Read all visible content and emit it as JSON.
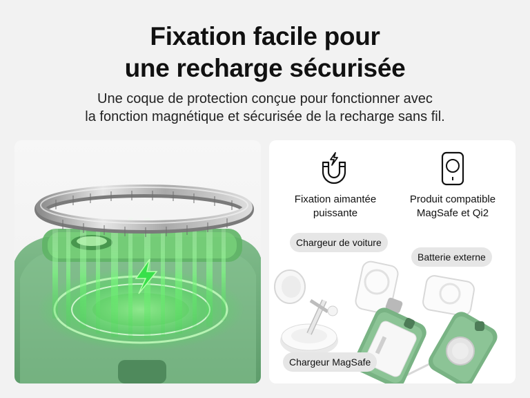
{
  "hero": {
    "title_line1": "Fixation facile pour",
    "title_line2": "une recharge sécurisée",
    "subtitle_line1": "Une coque de protection conçue pour fonctionner avec",
    "subtitle_line2": "la fonction magnétique et sécurisée de la recharge sans fil."
  },
  "features": [
    {
      "icon": "magnet-bolt-icon",
      "line1": "Fixation aimantée",
      "line2": "puissante"
    },
    {
      "icon": "phone-ring-icon",
      "line1": "Produit compatible",
      "line2": "MagSafe et Qi2"
    }
  ],
  "accessories": [
    {
      "label": "Chargeur de voiture"
    },
    {
      "label": "Batterie externe"
    },
    {
      "label": "Chargeur MagSafe"
    }
  ],
  "colors": {
    "background": "#f2f2f2",
    "case_green": "#6fae7a",
    "glow_green": "#3ddc4a",
    "pill": "#e6e6e6"
  }
}
